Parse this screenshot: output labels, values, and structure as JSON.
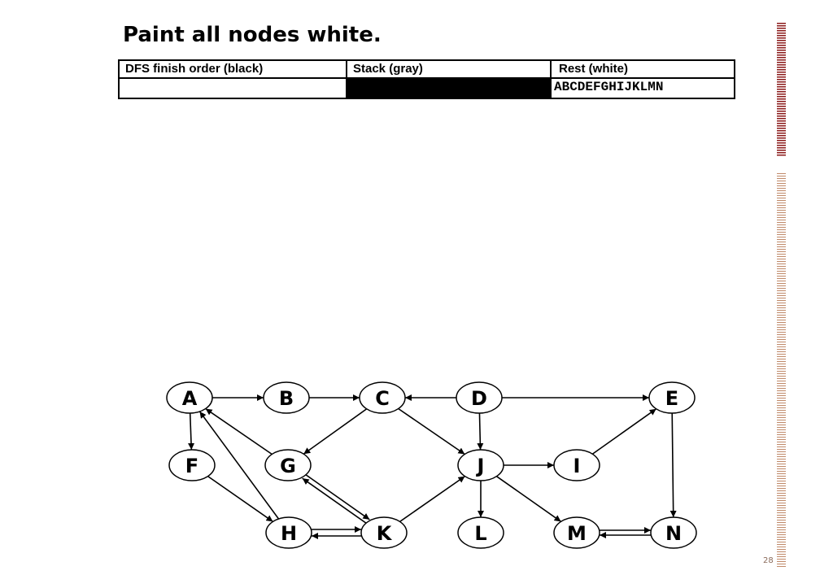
{
  "slide": {
    "title": "Paint all nodes white.",
    "page_number": "28"
  },
  "table": {
    "headers": [
      "DFS finish order (black)",
      "Stack (gray)",
      "Rest (white)"
    ],
    "finish_order": "",
    "stack": "",
    "rest": "ABCDEFGHIJKLMN"
  },
  "graph": {
    "nodes": [
      "A",
      "B",
      "C",
      "D",
      "E",
      "F",
      "G",
      "H",
      "I",
      "J",
      "K",
      "L",
      "M",
      "N"
    ],
    "edges": [
      [
        "A",
        "B"
      ],
      [
        "B",
        "C"
      ],
      [
        "D",
        "C"
      ],
      [
        "D",
        "E"
      ],
      [
        "A",
        "F"
      ],
      [
        "C",
        "G"
      ],
      [
        "C",
        "J"
      ],
      [
        "D",
        "J"
      ],
      [
        "G",
        "A"
      ],
      [
        "H",
        "A"
      ],
      [
        "F",
        "H"
      ],
      [
        "G",
        "K"
      ],
      [
        "K",
        "G"
      ],
      [
        "H",
        "K"
      ],
      [
        "K",
        "H"
      ],
      [
        "K",
        "J"
      ],
      [
        "J",
        "I"
      ],
      [
        "I",
        "E"
      ],
      [
        "E",
        "N"
      ],
      [
        "J",
        "L"
      ],
      [
        "J",
        "M"
      ],
      [
        "M",
        "N"
      ],
      [
        "N",
        "M"
      ]
    ]
  }
}
